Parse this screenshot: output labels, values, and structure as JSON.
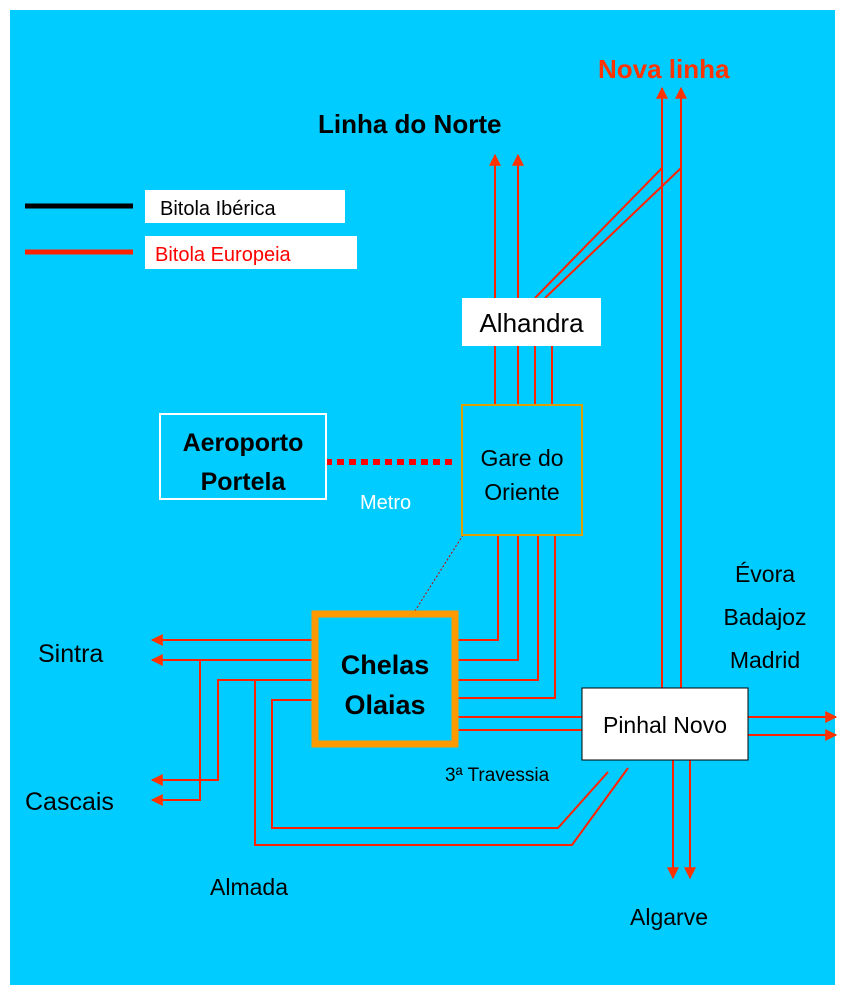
{
  "colors": {
    "background": "#00CCFF",
    "track_red": "#FF2200",
    "arrow": "#FF3300",
    "title_red": "#FF3300",
    "station_orange": "#FF9900",
    "oriente_border": "#DDA000",
    "box_white": "#FFFFFF",
    "black": "#000000",
    "metro_line": "#FF0000"
  },
  "legend": {
    "iberian": "Bitola Ibérica",
    "european": "Bitola Europeia"
  },
  "destinations": {
    "nova_linha": "Nova linha",
    "linha_norte": "Linha do Norte",
    "sintra": "Sintra",
    "cascais": "Cascais",
    "almada": "Almada",
    "algarve": "Algarve",
    "evora": "Évora",
    "badajoz": "Badajoz",
    "madrid": "Madrid"
  },
  "stations": {
    "alhandra": "Alhandra",
    "aeroporto_line1": "Aeroporto",
    "aeroporto_line2": "Portela",
    "oriente_line1": "Gare do",
    "oriente_line2": "Oriente",
    "chelas_line1": "Chelas",
    "chelas_line2": "Olaias",
    "pinhal_novo": "Pinhal Novo"
  },
  "labels": {
    "metro": "Metro",
    "travessia": "3ª Travessia"
  }
}
